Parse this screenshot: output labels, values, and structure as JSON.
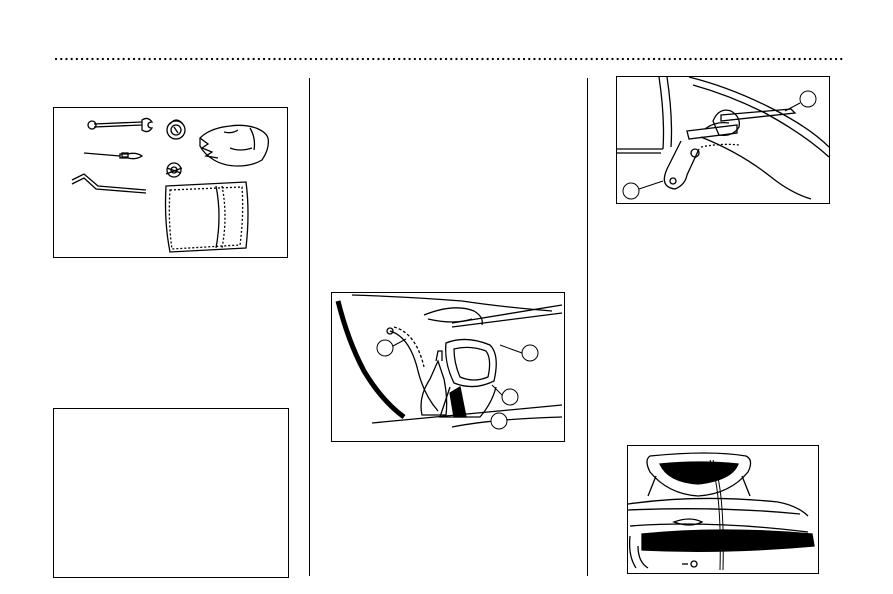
{
  "page": {
    "background": "#ffffff",
    "ink": "#000000"
  },
  "figures": [
    {
      "id": "toolkit",
      "icon": "toolkit-illustration",
      "callouts": []
    },
    {
      "id": "blank-note-box",
      "icon": "empty-frame",
      "callouts": []
    },
    {
      "id": "fluid-reservoir",
      "icon": "reservoir-illustration",
      "callouts": [
        "",
        "",
        "",
        ""
      ]
    },
    {
      "id": "hinge-lever",
      "icon": "hinge-illustration",
      "callouts": [
        "",
        ""
      ]
    },
    {
      "id": "car-rear-cover",
      "icon": "car-rear-illustration",
      "callouts": []
    }
  ]
}
